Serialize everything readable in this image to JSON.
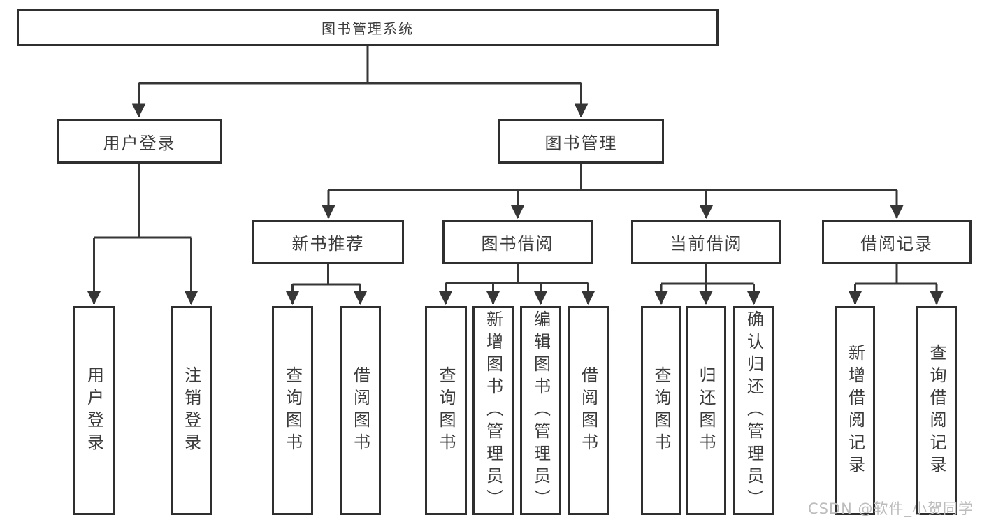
{
  "diagram": {
    "title": "图书管理系统",
    "tree": {
      "root": {
        "label": "图书管理系统"
      },
      "branches": [
        {
          "label": "用户登录",
          "leaves": [
            "用户登录",
            "注销登录"
          ]
        },
        {
          "label": "图书管理",
          "groups": [
            {
              "label": "新书推荐",
              "leaves": [
                "查询图书",
                "借阅图书"
              ]
            },
            {
              "label": "图书借阅",
              "leaves": [
                "查询图书",
                "新增图书（管理员）",
                "编辑图书（管理员）",
                "借阅图书"
              ]
            },
            {
              "label": "当前借阅",
              "leaves": [
                "查询图书",
                "归还图书",
                "确认归还（管理员）"
              ]
            },
            {
              "label": "借阅记录",
              "leaves": [
                "新增借阅记录",
                "查询借阅记录"
              ]
            }
          ]
        }
      ]
    },
    "colors": {
      "line": "#363636",
      "box_border": "#2f2f2f",
      "text": "#3b3b3b",
      "background": "#ffffff",
      "watermark": "#bdbdbd"
    }
  },
  "watermark": "CSDN @软件_小贺同学"
}
